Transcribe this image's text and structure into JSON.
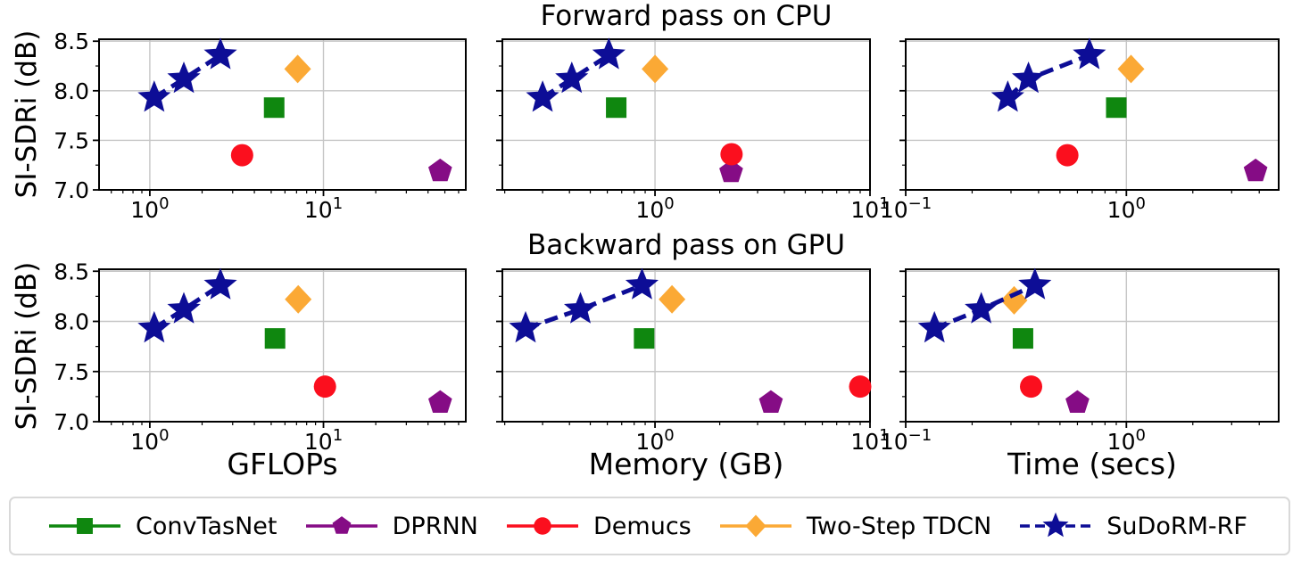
{
  "figure": {
    "row_titles": [
      "Forward pass on CPU",
      "Backward pass on GPU"
    ],
    "ylabel": "SI-SDRi (dB)",
    "xlabels": [
      "GFLOPs",
      "Memory (GB)",
      "Time (secs)"
    ]
  },
  "colors": {
    "grid": "#c6c6c6",
    "frame": "#000000",
    "legend_border": "#d9d9d9"
  },
  "series": [
    {
      "name": "ConvTasNet",
      "color": "#0f870f",
      "marker": "square",
      "line": "solid"
    },
    {
      "name": "DPRNN",
      "color": "#850c85",
      "marker": "pentagon",
      "line": "solid"
    },
    {
      "name": "Demucs",
      "color": "#fb0f1e",
      "marker": "circle",
      "line": "solid"
    },
    {
      "name": "Two-Step TDCN",
      "color": "#fba935",
      "marker": "diamond",
      "line": "solid"
    },
    {
      "name": "SuDoRM-RF",
      "color": "#0d0d96",
      "marker": "star",
      "line": "dashed"
    }
  ],
  "legend": {
    "items": [
      "ConvTasNet",
      "DPRNN",
      "Demucs",
      "Two-Step TDCN",
      "SuDoRM-RF"
    ]
  },
  "chart_data": [
    {
      "type": "scatter",
      "row_title": "Forward pass on CPU",
      "xlabel": "GFLOPs",
      "ylabel": "SI-SDRi (dB)",
      "xscale": "log",
      "xlim": [
        0.51,
        66
      ],
      "ylim": [
        7.0,
        8.52
      ],
      "xticks": [
        {
          "v": 1,
          "label": "10^0"
        },
        {
          "v": 10,
          "label": "10^1"
        }
      ],
      "yticks": [
        7.0,
        7.5,
        8.0,
        8.5
      ],
      "ytick_labels": [
        "7.0",
        "7.5",
        "8.0",
        "8.5"
      ],
      "show_ytick_labels": true,
      "grid": true,
      "points": {
        "ConvTasNet": [
          [
            5.2,
            7.83
          ]
        ],
        "DPRNN": [
          [
            47,
            7.19
          ]
        ],
        "Demucs": [
          [
            3.4,
            7.35
          ]
        ],
        "Two-Step TDCN": [
          [
            7.1,
            8.22
          ]
        ],
        "SuDoRM-RF": [
          [
            1.06,
            7.93
          ],
          [
            1.57,
            8.12
          ],
          [
            2.55,
            8.36
          ]
        ]
      }
    },
    {
      "type": "scatter",
      "row_title": "Forward pass on CPU",
      "xlabel": "Memory (GB)",
      "ylabel": "SI-SDRi (dB)",
      "xscale": "log",
      "xlim": [
        0.195,
        10
      ],
      "ylim": [
        7.0,
        8.52
      ],
      "xticks": [
        {
          "v": 1,
          "label": "10^0"
        },
        {
          "v": 10,
          "label": "10^1"
        }
      ],
      "yticks": [
        7.0,
        7.5,
        8.0,
        8.5
      ],
      "ytick_labels": [
        "7.0",
        "7.5",
        "8.0",
        "8.5"
      ],
      "show_ytick_labels": false,
      "grid": true,
      "points": {
        "ConvTasNet": [
          [
            0.66,
            7.83
          ]
        ],
        "DPRNN": [
          [
            2.26,
            7.18
          ]
        ],
        "Demucs": [
          [
            2.27,
            7.36
          ]
        ],
        "Two-Step TDCN": [
          [
            1.0,
            8.22
          ]
        ],
        "SuDoRM-RF": [
          [
            0.3,
            7.93
          ],
          [
            0.41,
            8.12
          ],
          [
            0.61,
            8.36
          ]
        ]
      }
    },
    {
      "type": "scatter",
      "row_title": "Forward pass on CPU",
      "xlabel": "Time (secs)",
      "ylabel": "SI-SDRi (dB)",
      "xscale": "log",
      "xlim": [
        0.1,
        4.9
      ],
      "ylim": [
        7.0,
        8.52
      ],
      "xticks": [
        {
          "v": 0.1,
          "label": "10^-1"
        },
        {
          "v": 1,
          "label": "10^0"
        }
      ],
      "yticks": [
        7.0,
        7.5,
        8.0,
        8.5
      ],
      "ytick_labels": [
        "7.0",
        "7.5",
        "8.0",
        "8.5"
      ],
      "show_ytick_labels": false,
      "grid": true,
      "points": {
        "ConvTasNet": [
          [
            0.9,
            7.83
          ]
        ],
        "DPRNN": [
          [
            3.85,
            7.19
          ]
        ],
        "Demucs": [
          [
            0.54,
            7.35
          ]
        ],
        "Two-Step TDCN": [
          [
            1.05,
            8.22
          ]
        ],
        "SuDoRM-RF": [
          [
            0.29,
            7.93
          ],
          [
            0.36,
            8.12
          ],
          [
            0.68,
            8.36
          ]
        ]
      }
    },
    {
      "type": "scatter",
      "row_title": "Backward pass on GPU",
      "xlabel": "GFLOPs",
      "ylabel": "SI-SDRi (dB)",
      "xscale": "log",
      "xlim": [
        0.51,
        66
      ],
      "ylim": [
        7.0,
        8.52
      ],
      "xticks": [
        {
          "v": 1,
          "label": "10^0"
        },
        {
          "v": 10,
          "label": "10^1"
        }
      ],
      "yticks": [
        7.0,
        7.5,
        8.0,
        8.5
      ],
      "ytick_labels": [
        "7.0",
        "7.5",
        "8.0",
        "8.5"
      ],
      "show_ytick_labels": true,
      "grid": true,
      "points": {
        "ConvTasNet": [
          [
            5.26,
            7.83
          ]
        ],
        "DPRNN": [
          [
            47,
            7.19
          ]
        ],
        "Demucs": [
          [
            10.2,
            7.35
          ]
        ],
        "Two-Step TDCN": [
          [
            7.15,
            8.22
          ]
        ],
        "SuDoRM-RF": [
          [
            1.06,
            7.93
          ],
          [
            1.57,
            8.12
          ],
          [
            2.55,
            8.36
          ]
        ]
      }
    },
    {
      "type": "scatter",
      "row_title": "Backward pass on GPU",
      "xlabel": "Memory (GB)",
      "ylabel": "SI-SDRi (dB)",
      "xscale": "log",
      "xlim": [
        0.195,
        10
      ],
      "ylim": [
        7.0,
        8.52
      ],
      "xticks": [
        {
          "v": 1,
          "label": "10^0"
        },
        {
          "v": 10,
          "label": "10^1"
        }
      ],
      "yticks": [
        7.0,
        7.5,
        8.0,
        8.5
      ],
      "ytick_labels": [
        "7.0",
        "7.5",
        "8.0",
        "8.5"
      ],
      "show_ytick_labels": false,
      "grid": true,
      "points": {
        "ConvTasNet": [
          [
            0.89,
            7.83
          ]
        ],
        "DPRNN": [
          [
            3.46,
            7.19
          ]
        ],
        "Demucs": [
          [
            9.0,
            7.35
          ]
        ],
        "Two-Step TDCN": [
          [
            1.2,
            8.22
          ]
        ],
        "SuDoRM-RF": [
          [
            0.25,
            7.93
          ],
          [
            0.45,
            8.12
          ],
          [
            0.87,
            8.36
          ]
        ]
      }
    },
    {
      "type": "scatter",
      "row_title": "Backward pass on GPU",
      "xlabel": "Time (secs)",
      "ylabel": "SI-SDRi (dB)",
      "xscale": "log",
      "xlim": [
        0.1,
        4.9
      ],
      "ylim": [
        7.0,
        8.52
      ],
      "xticks": [
        {
          "v": 0.1,
          "label": "10^-1"
        },
        {
          "v": 1,
          "label": "10^0"
        }
      ],
      "yticks": [
        7.0,
        7.5,
        8.0,
        8.5
      ],
      "ytick_labels": [
        "7.0",
        "7.5",
        "8.0",
        "8.5"
      ],
      "show_ytick_labels": false,
      "grid": true,
      "points": {
        "ConvTasNet": [
          [
            0.34,
            7.83
          ]
        ],
        "DPRNN": [
          [
            0.6,
            7.19
          ]
        ],
        "Demucs": [
          [
            0.37,
            7.35
          ]
        ],
        "Two-Step TDCN": [
          [
            0.31,
            8.21
          ]
        ],
        "SuDoRM-RF": [
          [
            0.135,
            7.93
          ],
          [
            0.22,
            8.12
          ],
          [
            0.385,
            8.36
          ]
        ]
      }
    }
  ]
}
